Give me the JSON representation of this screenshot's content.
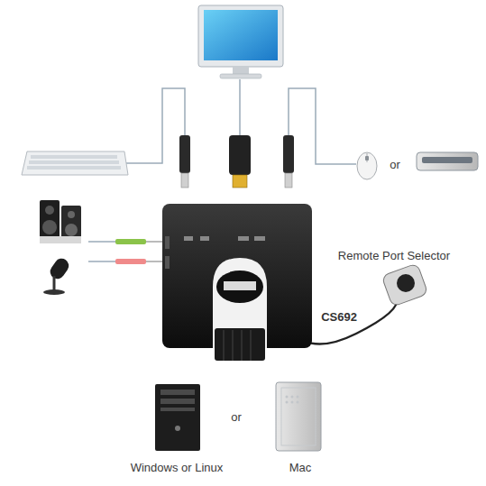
{
  "diagram": {
    "labels": [
      "or",
      "Remote Port Selector",
      "CS692",
      "or",
      "Windows or Linux",
      "Mac"
    ]
  }
}
